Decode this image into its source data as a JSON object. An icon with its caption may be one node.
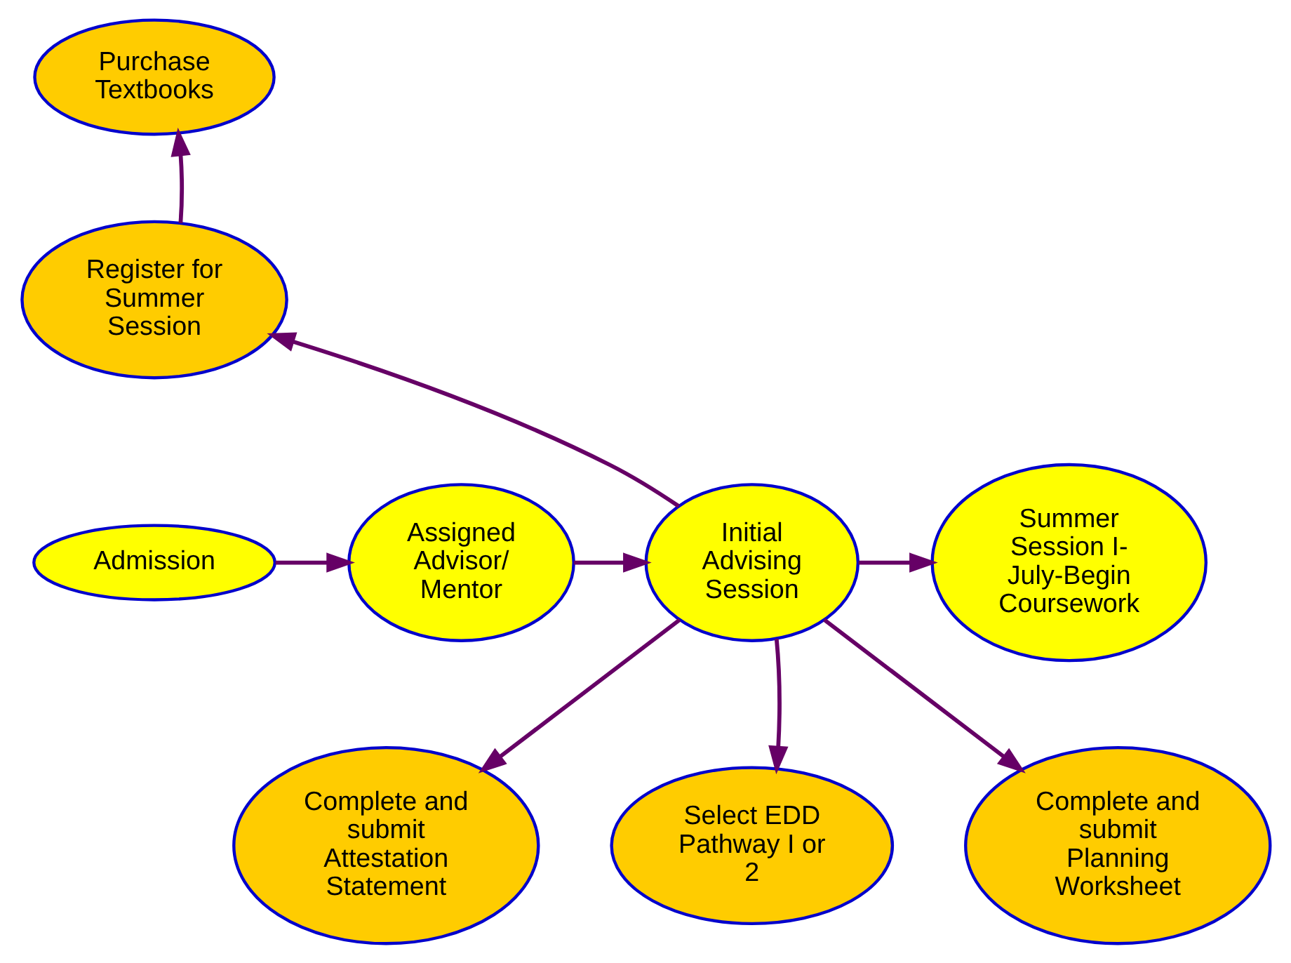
{
  "diagram": {
    "nodes": [
      {
        "text": [
          "Purchase Textbooks"
        ]
      },
      {
        "text": [
          "Register for Summer Session"
        ]
      },
      {
        "text": [
          "Admission"
        ]
      },
      {
        "text": [
          "Assigned Advisor/ Mentor"
        ]
      },
      {
        "text": [
          "Initial Advising Session"
        ]
      },
      {
        "text": [
          "Summer Session I- July-Begin Coursework"
        ]
      },
      {
        "text": [
          "Complete and submit Attestation Statement"
        ]
      },
      {
        "text": [
          "Select EDD Pathway I or 2"
        ]
      },
      {
        "text": [
          "Complete and submit Planning Worksheet"
        ]
      }
    ],
    "edges": [
      {
        "from": 2,
        "to": 3,
        "arrow": "to"
      },
      {
        "from": 3,
        "to": 4,
        "arrow": "to"
      },
      {
        "from": 4,
        "to": 5,
        "arrow": "to"
      },
      {
        "from": 4,
        "to": 1,
        "arrow": "to"
      },
      {
        "from": 1,
        "to": 0,
        "arrow": "to"
      },
      {
        "from": 4,
        "to": 6,
        "arrow": "to"
      },
      {
        "from": 4,
        "to": 7,
        "arrow": "to"
      },
      {
        "from": 4,
        "to": 8,
        "arrow": "to"
      }
    ]
  }
}
